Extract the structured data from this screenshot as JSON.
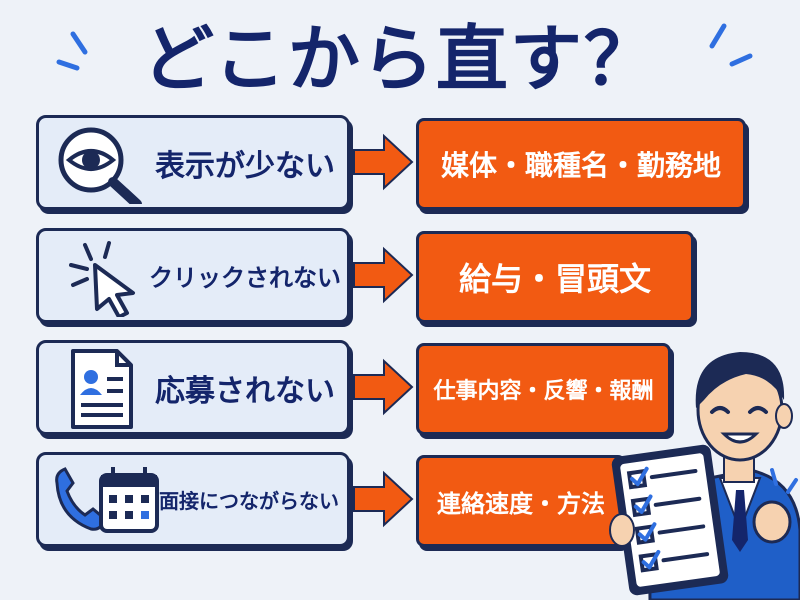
{
  "title": "どこから直す？",
  "rows": [
    {
      "problem": "表示が少ない",
      "problem_icon": "magnifier-eye-icon",
      "fix": "媒体・職種名・勤務地"
    },
    {
      "problem": "クリックされない",
      "problem_icon": "cursor-click-icon",
      "fix": "給与・冒頭文"
    },
    {
      "problem": "応募されない",
      "problem_icon": "resume-document-icon",
      "fix": "仕事内容・反響・報酬"
    },
    {
      "problem": "面接につながらない",
      "problem_icon": "phone-calendar-icon",
      "fix": "連絡速度・方法"
    }
  ],
  "colors": {
    "navy": "#14256b",
    "accent_orange": "#f25a12",
    "panel_blue": "#e4ecf8",
    "background": "#eef2f8"
  }
}
